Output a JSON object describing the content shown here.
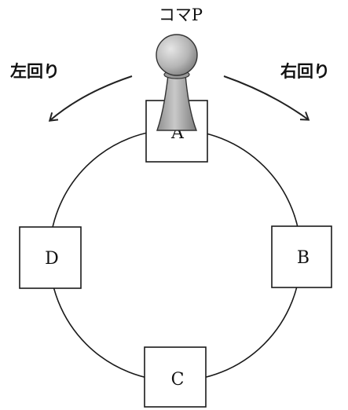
{
  "piece": {
    "label": "コマP",
    "color": "#9a9a9a"
  },
  "directions": {
    "left": {
      "label": "左回り"
    },
    "right": {
      "label": "右回り"
    }
  },
  "squares": [
    {
      "id": "A",
      "label": "A"
    },
    {
      "id": "B",
      "label": "B"
    },
    {
      "id": "C",
      "label": "C"
    },
    {
      "id": "D",
      "label": "D"
    }
  ]
}
